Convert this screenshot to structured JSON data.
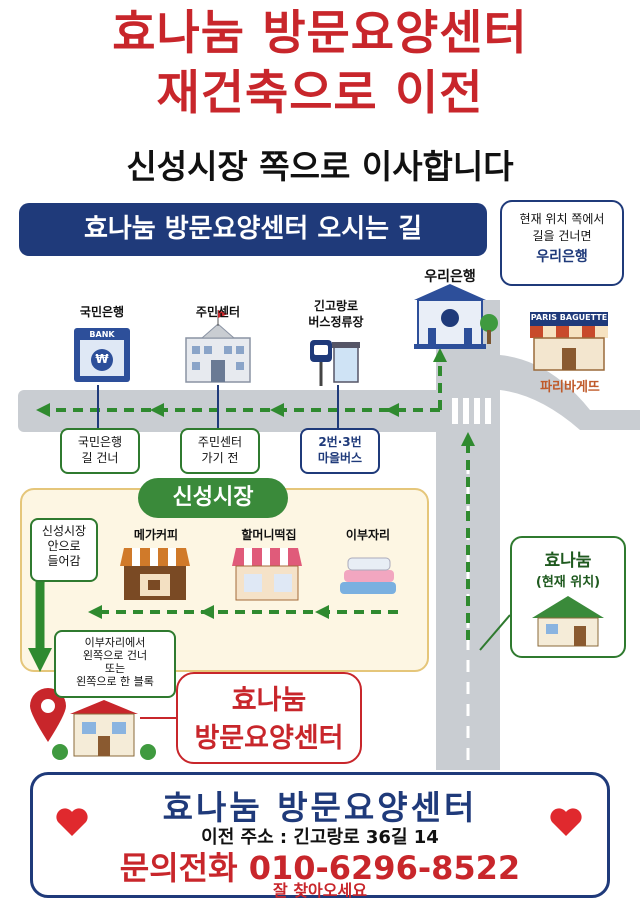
{
  "header": {
    "title_line1": "효나눔 방문요양센터",
    "title_line2": "재건축으로 이전",
    "subtitle": "신성시장 쪽으로 이사합니다"
  },
  "banner": {
    "text": "효나눔 방문요양센터 오시는 길"
  },
  "bubble_top_right": {
    "line1": "현재 위치 쪽에서",
    "line2": "길을 건너면",
    "line3": "우리은행"
  },
  "landmarks": {
    "woori": "우리은행",
    "kookmin": "국민은행",
    "community": "주민센터",
    "bus_stop_line1": "긴고랑로",
    "bus_stop_line2": "버스정류장",
    "paris_sign": "PARIS BAGUETTE",
    "paris": "파리바게뜨",
    "bank_sign": "BANK",
    "won": "₩"
  },
  "tags": {
    "kookmin_line1": "국민은행",
    "kookmin_line2": "길 건너",
    "community_line1": "주민센터",
    "community_line2": "가기 전",
    "bus_line1": "2번·3번",
    "bus_line2": "마을버스"
  },
  "market": {
    "title": "신성시장",
    "enter_line1": "신성시장",
    "enter_line2": "안으로",
    "enter_line3": "들어감",
    "mega": "메가커피",
    "grandma": "할머니떡집",
    "bedding": "이부자리",
    "turn_line1": "이부자리에서",
    "turn_line2": "왼쪽으로 건너",
    "turn_line3": "또는",
    "turn_line4": "왼쪽으로 한 블록"
  },
  "current": {
    "line1": "효나눔",
    "line2": "(현재 위치)"
  },
  "destination": {
    "line1": "효나눔",
    "line2": "방문요양센터"
  },
  "footer": {
    "name": "효나눔 방문요양센터",
    "address": "이전 주소 : 긴고랑로 36길 14",
    "phone": "문의전화 010-6296-8522",
    "welcome": "잘 찾아오세요"
  },
  "colors": {
    "red": "#c8262b",
    "navy": "#1f3a7a",
    "green": "#2f7a2f",
    "road": "#c9cdd2"
  }
}
